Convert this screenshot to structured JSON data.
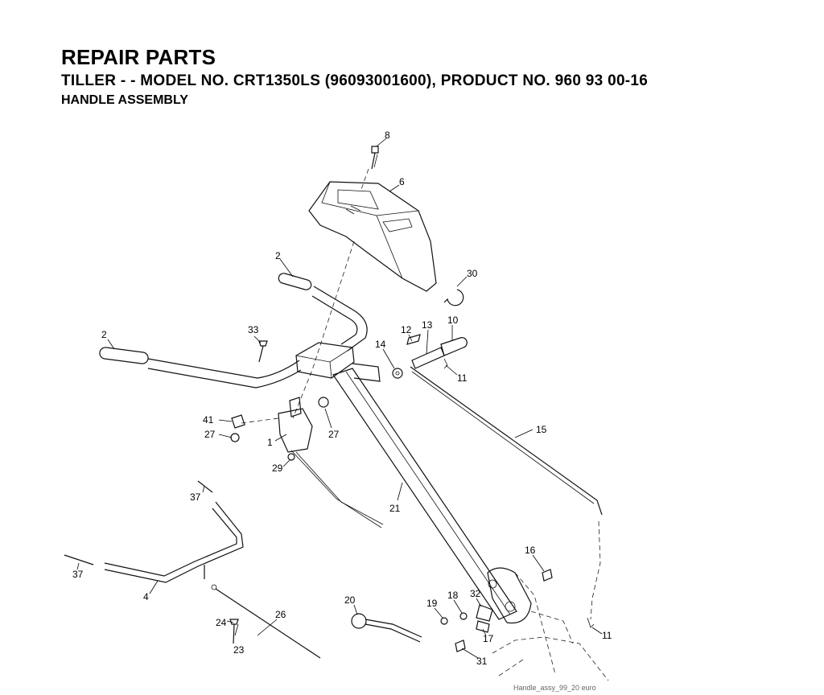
{
  "header": {
    "title": "REPAIR PARTS",
    "subtitle": "TILLER - - MODEL NO. CRT1350LS (96093001600), PRODUCT NO. 960 93 00-16",
    "section": "HANDLE ASSEMBLY"
  },
  "callouts": {
    "p8": "8",
    "p6": "6",
    "p2a": "2",
    "p2b": "2",
    "p30": "30",
    "p33": "33",
    "p12": "12",
    "p13": "13",
    "p10": "10",
    "p14": "14",
    "p11a": "11",
    "p41": "41",
    "p27a": "27",
    "p27b": "27",
    "p1": "1",
    "p29": "29",
    "p15": "15",
    "p37a": "37",
    "p37b": "37",
    "p21": "21",
    "p4": "4",
    "p16": "16",
    "p20": "20",
    "p19": "19",
    "p18": "18",
    "p32": "32",
    "p26": "26",
    "p24": "24",
    "p17": "17",
    "p11b": "11",
    "p23": "23",
    "p31": "31"
  },
  "footer": {
    "file_label": "Handle_assy_99_20 euro"
  }
}
